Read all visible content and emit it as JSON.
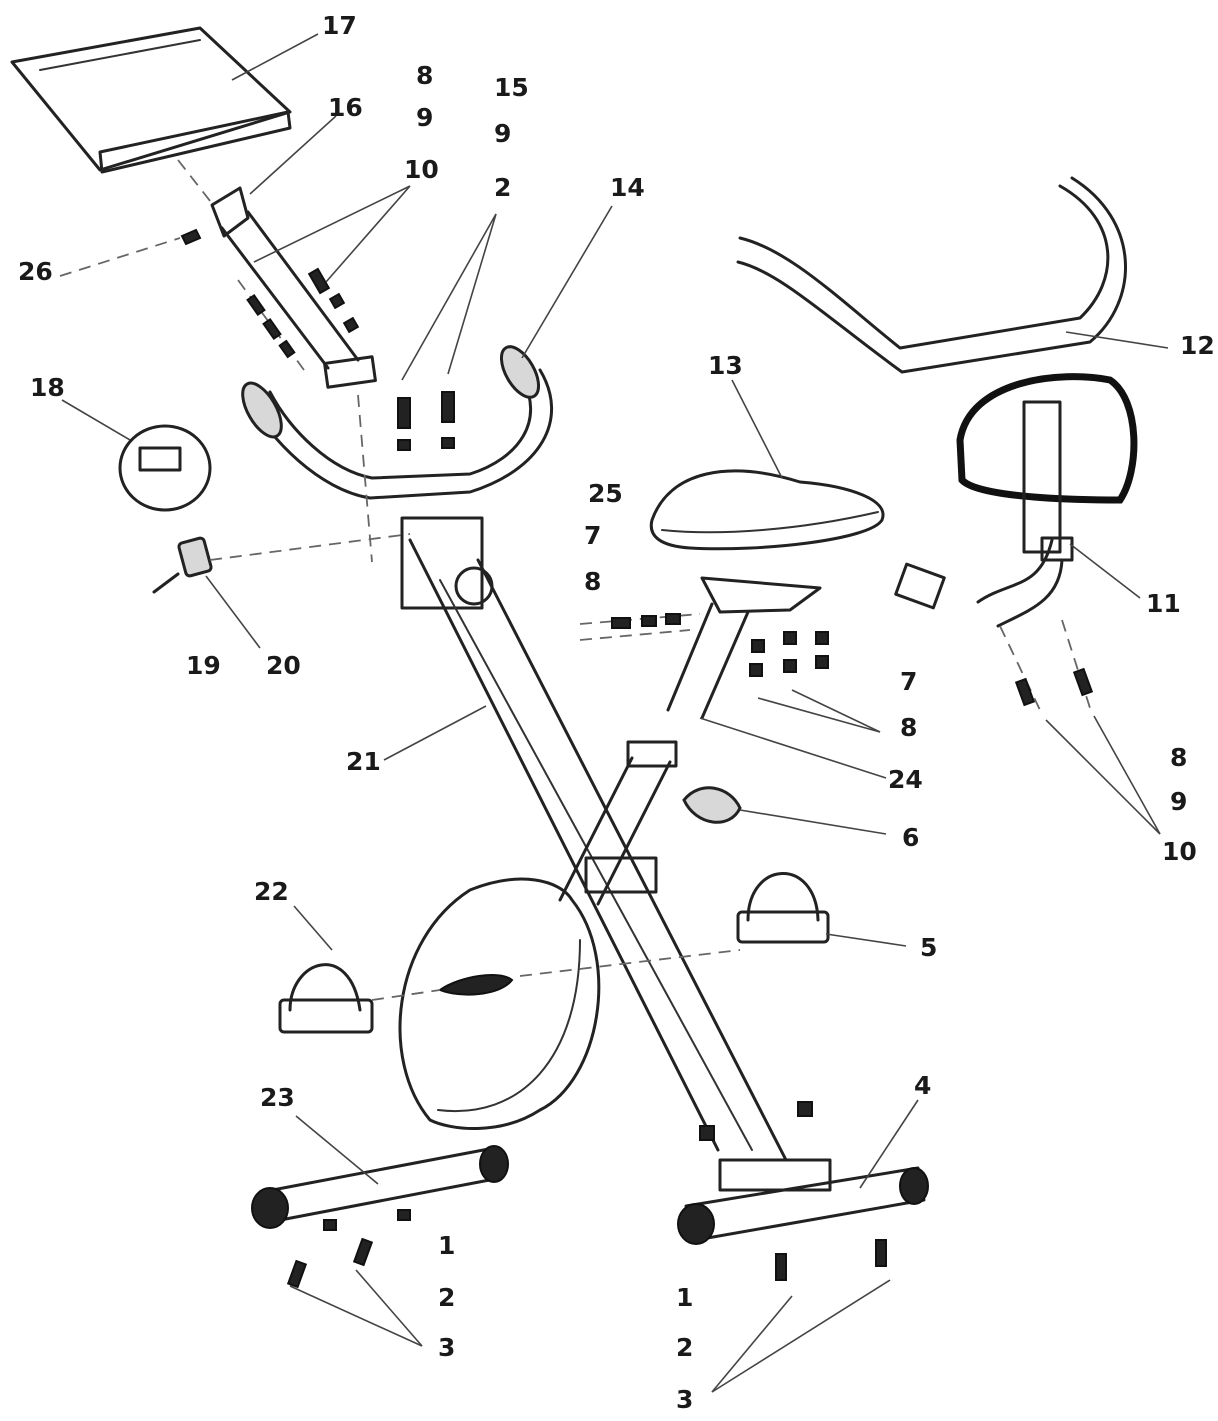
{
  "labels": [
    {
      "id": "label-17",
      "text": "17"
    },
    {
      "id": "label-8-top",
      "text": "8"
    },
    {
      "id": "label-15",
      "text": "15"
    },
    {
      "id": "label-16",
      "text": "16"
    },
    {
      "id": "label-9-top-a",
      "text": "9"
    },
    {
      "id": "label-9-top-b",
      "text": "9"
    },
    {
      "id": "label-10-top",
      "text": "10"
    },
    {
      "id": "label-2-top",
      "text": "2"
    },
    {
      "id": "label-14",
      "text": "14"
    },
    {
      "id": "label-26",
      "text": "26"
    },
    {
      "id": "label-12",
      "text": "12"
    },
    {
      "id": "label-13",
      "text": "13"
    },
    {
      "id": "label-18",
      "text": "18"
    },
    {
      "id": "label-25",
      "text": "25"
    },
    {
      "id": "label-7-a",
      "text": "7"
    },
    {
      "id": "label-11",
      "text": "11"
    },
    {
      "id": "label-8-mid",
      "text": "8"
    },
    {
      "id": "label-19",
      "text": "19"
    },
    {
      "id": "label-20",
      "text": "20"
    },
    {
      "id": "label-7-b",
      "text": "7"
    },
    {
      "id": "label-8-seat",
      "text": "8"
    },
    {
      "id": "label-21",
      "text": "21"
    },
    {
      "id": "label-24",
      "text": "24"
    },
    {
      "id": "label-8-right",
      "text": "8"
    },
    {
      "id": "label-9-right",
      "text": "9"
    },
    {
      "id": "label-6",
      "text": "6"
    },
    {
      "id": "label-10-right",
      "text": "10"
    },
    {
      "id": "label-22",
      "text": "22"
    },
    {
      "id": "label-5",
      "text": "5"
    },
    {
      "id": "label-4",
      "text": "4"
    },
    {
      "id": "label-23",
      "text": "23"
    },
    {
      "id": "label-1-left",
      "text": "1"
    },
    {
      "id": "label-2-left",
      "text": "2"
    },
    {
      "id": "label-3-left",
      "text": "3"
    },
    {
      "id": "label-1-right",
      "text": "1"
    },
    {
      "id": "label-2-right",
      "text": "2"
    },
    {
      "id": "label-3-right",
      "text": "3"
    }
  ]
}
